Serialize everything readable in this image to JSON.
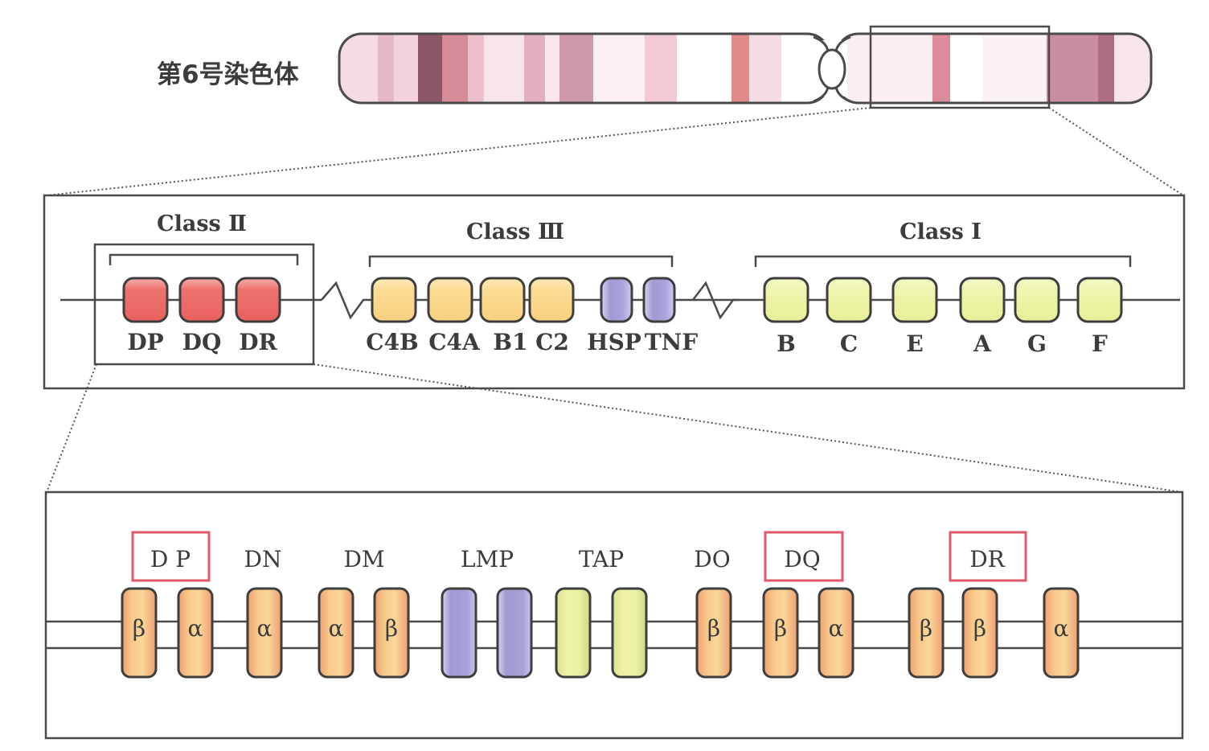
{
  "chromosome": {
    "label": "第6号染色体",
    "colors": {
      "outline": "#4a4a4a",
      "band_dark": "#a57080",
      "band_mid": "#d8a0b0",
      "band_light": "#f3d6df",
      "band_salmon": "#e08888",
      "band_pale": "#fbeef2"
    }
  },
  "mhc_overview": {
    "classes": [
      {
        "name": "Class Ⅱ",
        "genes": [
          "DP",
          "DQ",
          "DR"
        ],
        "color": "#ec6f6c"
      },
      {
        "name": "Class Ⅲ",
        "genes": [
          "C4B",
          "C4A",
          "B1",
          "C2",
          "HSP",
          "TNF"
        ],
        "colors": [
          "#fbd98c",
          "#fbd98c",
          "#fbd98c",
          "#fbd98c",
          "#a9a6d8",
          "#a9a6d8"
        ]
      },
      {
        "name": "Class Ⅰ",
        "genes": [
          "B",
          "C",
          "E",
          "A",
          "G",
          "F"
        ],
        "color": "#eef5a8"
      }
    ]
  },
  "class2_detail": {
    "groups": [
      {
        "label": "D  P",
        "boxed": true,
        "genes": [
          "β",
          "α"
        ],
        "kind": "orange"
      },
      {
        "label": "DN",
        "boxed": false,
        "genes": [
          "α"
        ],
        "kind": "orange"
      },
      {
        "label": "DM",
        "boxed": false,
        "genes": [
          "α",
          "β"
        ],
        "kind": "orange"
      },
      {
        "label": "LMP",
        "boxed": false,
        "genes": [
          "",
          ""
        ],
        "kind": "purple"
      },
      {
        "label": "TAP",
        "boxed": false,
        "genes": [
          "",
          ""
        ],
        "kind": "green"
      },
      {
        "label": "DO",
        "boxed": false,
        "genes": [
          "β"
        ],
        "kind": "orange"
      },
      {
        "label": "DQ",
        "boxed": true,
        "genes": [
          "β",
          "α"
        ],
        "kind": "orange"
      },
      {
        "label": "DR",
        "boxed": true,
        "genes": [
          "β",
          "β",
          "α"
        ],
        "kind": "orange"
      }
    ],
    "colors": {
      "orange": "#f4b07a",
      "purple": "#a9a6d8",
      "green": "#dfe99a",
      "highlight_box": "#e05a6a"
    }
  }
}
